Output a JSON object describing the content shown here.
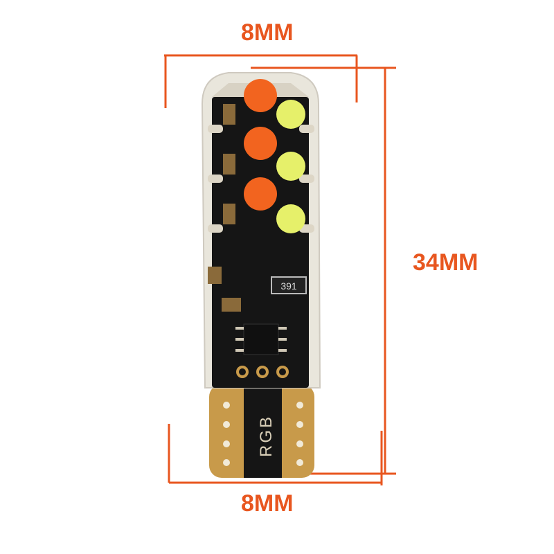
{
  "dimensions": {
    "top_width": "8MM",
    "height": "34MM",
    "bottom_width": "8MM"
  },
  "product": {
    "resistor_marking": "391",
    "base_marking": "RGB"
  },
  "colors": {
    "dimension_line": "#e8561f",
    "led_orange": "#f2641f",
    "led_yellow": "#e6f06a",
    "pcb": "#151515",
    "copper": "#c89a4a"
  }
}
